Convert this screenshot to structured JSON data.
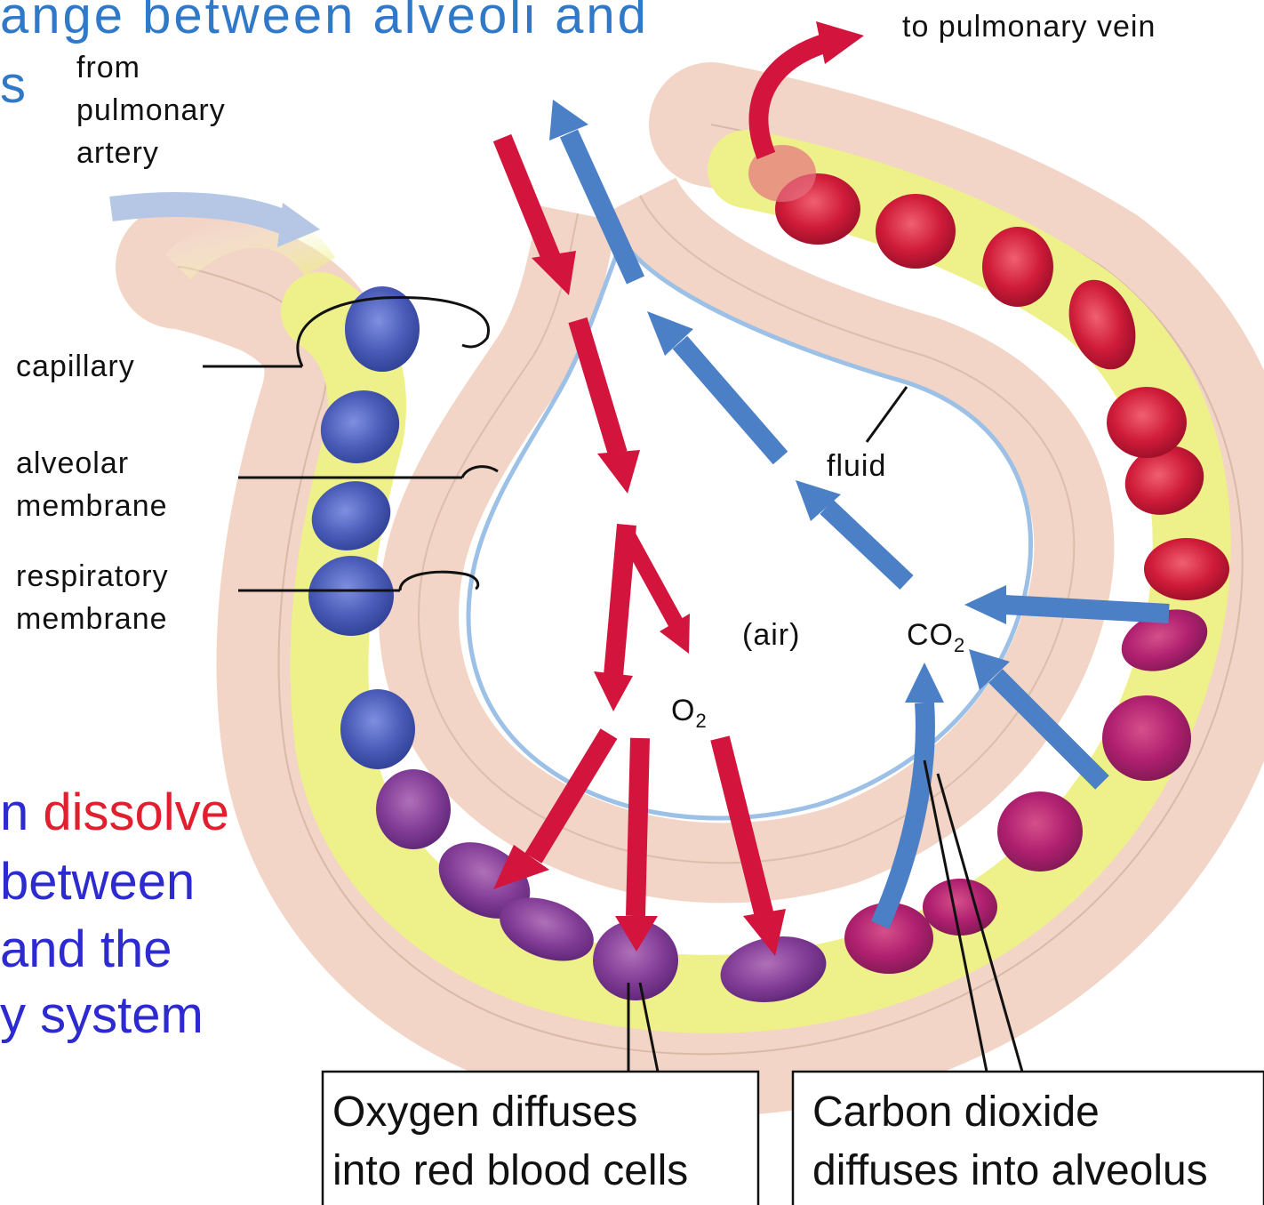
{
  "title_fragment": "ange  between  alveoli  and",
  "title_tail": "s",
  "labels": {
    "from_artery": "from\npulmonary\nartery",
    "to_vein": "to pulmonary vein",
    "capillary": "capillary",
    "alveolar_membrane": "alveolar\nmembrane",
    "respiratory_membrane": "respiratory\nmembrane",
    "fluid": "fluid",
    "air": "(air)",
    "o2": "O",
    "o2_sub": "2",
    "co2": "CO",
    "co2_sub": "2"
  },
  "side_text": {
    "line1_tail": "n ",
    "line1_red": "dissolve",
    "line2": "between",
    "line3": "and the",
    "line4": "y system"
  },
  "callouts": {
    "oxygen": "Oxygen diffuses\ninto red blood cells",
    "carbon": "Carbon dioxide\ndiffuses into alveolus"
  },
  "colors": {
    "oxygen_arrow": "#d3143c",
    "co2_arrow": "#4b7fc6",
    "title": "#2f79c8",
    "blood_deoxygenated": "#4a5cb8",
    "blood_oxygenated": "#d01c3a",
    "plasma": "#eef08a",
    "tissue": "#f4d6c8"
  }
}
